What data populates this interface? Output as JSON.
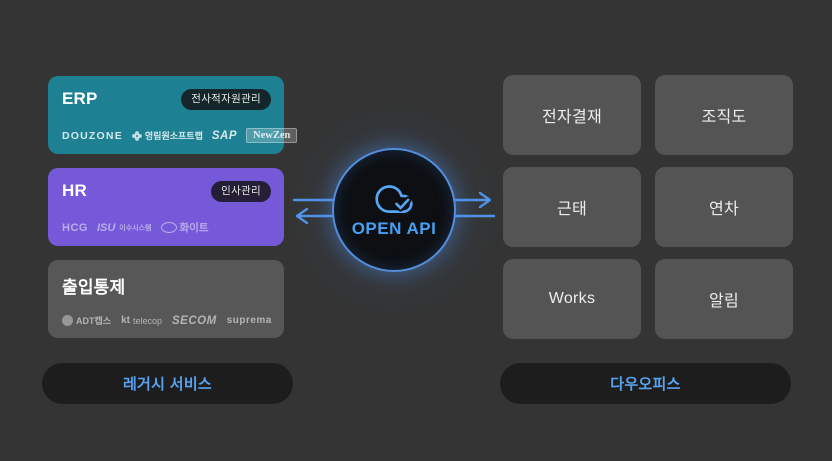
{
  "palette": {
    "background": "#343434",
    "erp_card": "#1e8093",
    "hr_card": "#7559d8",
    "access_card": "#575757",
    "service_box": "#545454",
    "pill_background": "#1d1d1d",
    "accent_blue": "#58a2f0",
    "arrow_blue": "#4f94e8",
    "hub_background": "#0d0f12"
  },
  "legacy": {
    "footer_label": "레거시 서비스",
    "cards": [
      {
        "title": "ERP",
        "badge": "전사적자원관리",
        "logos": [
          "DOUZONE",
          "영림원소프트랩",
          "SAP",
          "NewZen"
        ]
      },
      {
        "title": "HR",
        "badge": "인사관리",
        "logos": [
          "HCG",
          "ISU",
          "이수시스템",
          "화이트"
        ]
      },
      {
        "title": "출입통제",
        "logos": [
          "ADT캡스",
          "kt",
          "telecop",
          "SECOM",
          "suprema"
        ]
      }
    ]
  },
  "hub": {
    "label": "OPEN API",
    "icon": "cloud-sync-icon"
  },
  "daou": {
    "footer_label": "다우오피스",
    "services": [
      "전자결재",
      "조직도",
      "근태",
      "연차",
      "Works",
      "알림"
    ]
  }
}
